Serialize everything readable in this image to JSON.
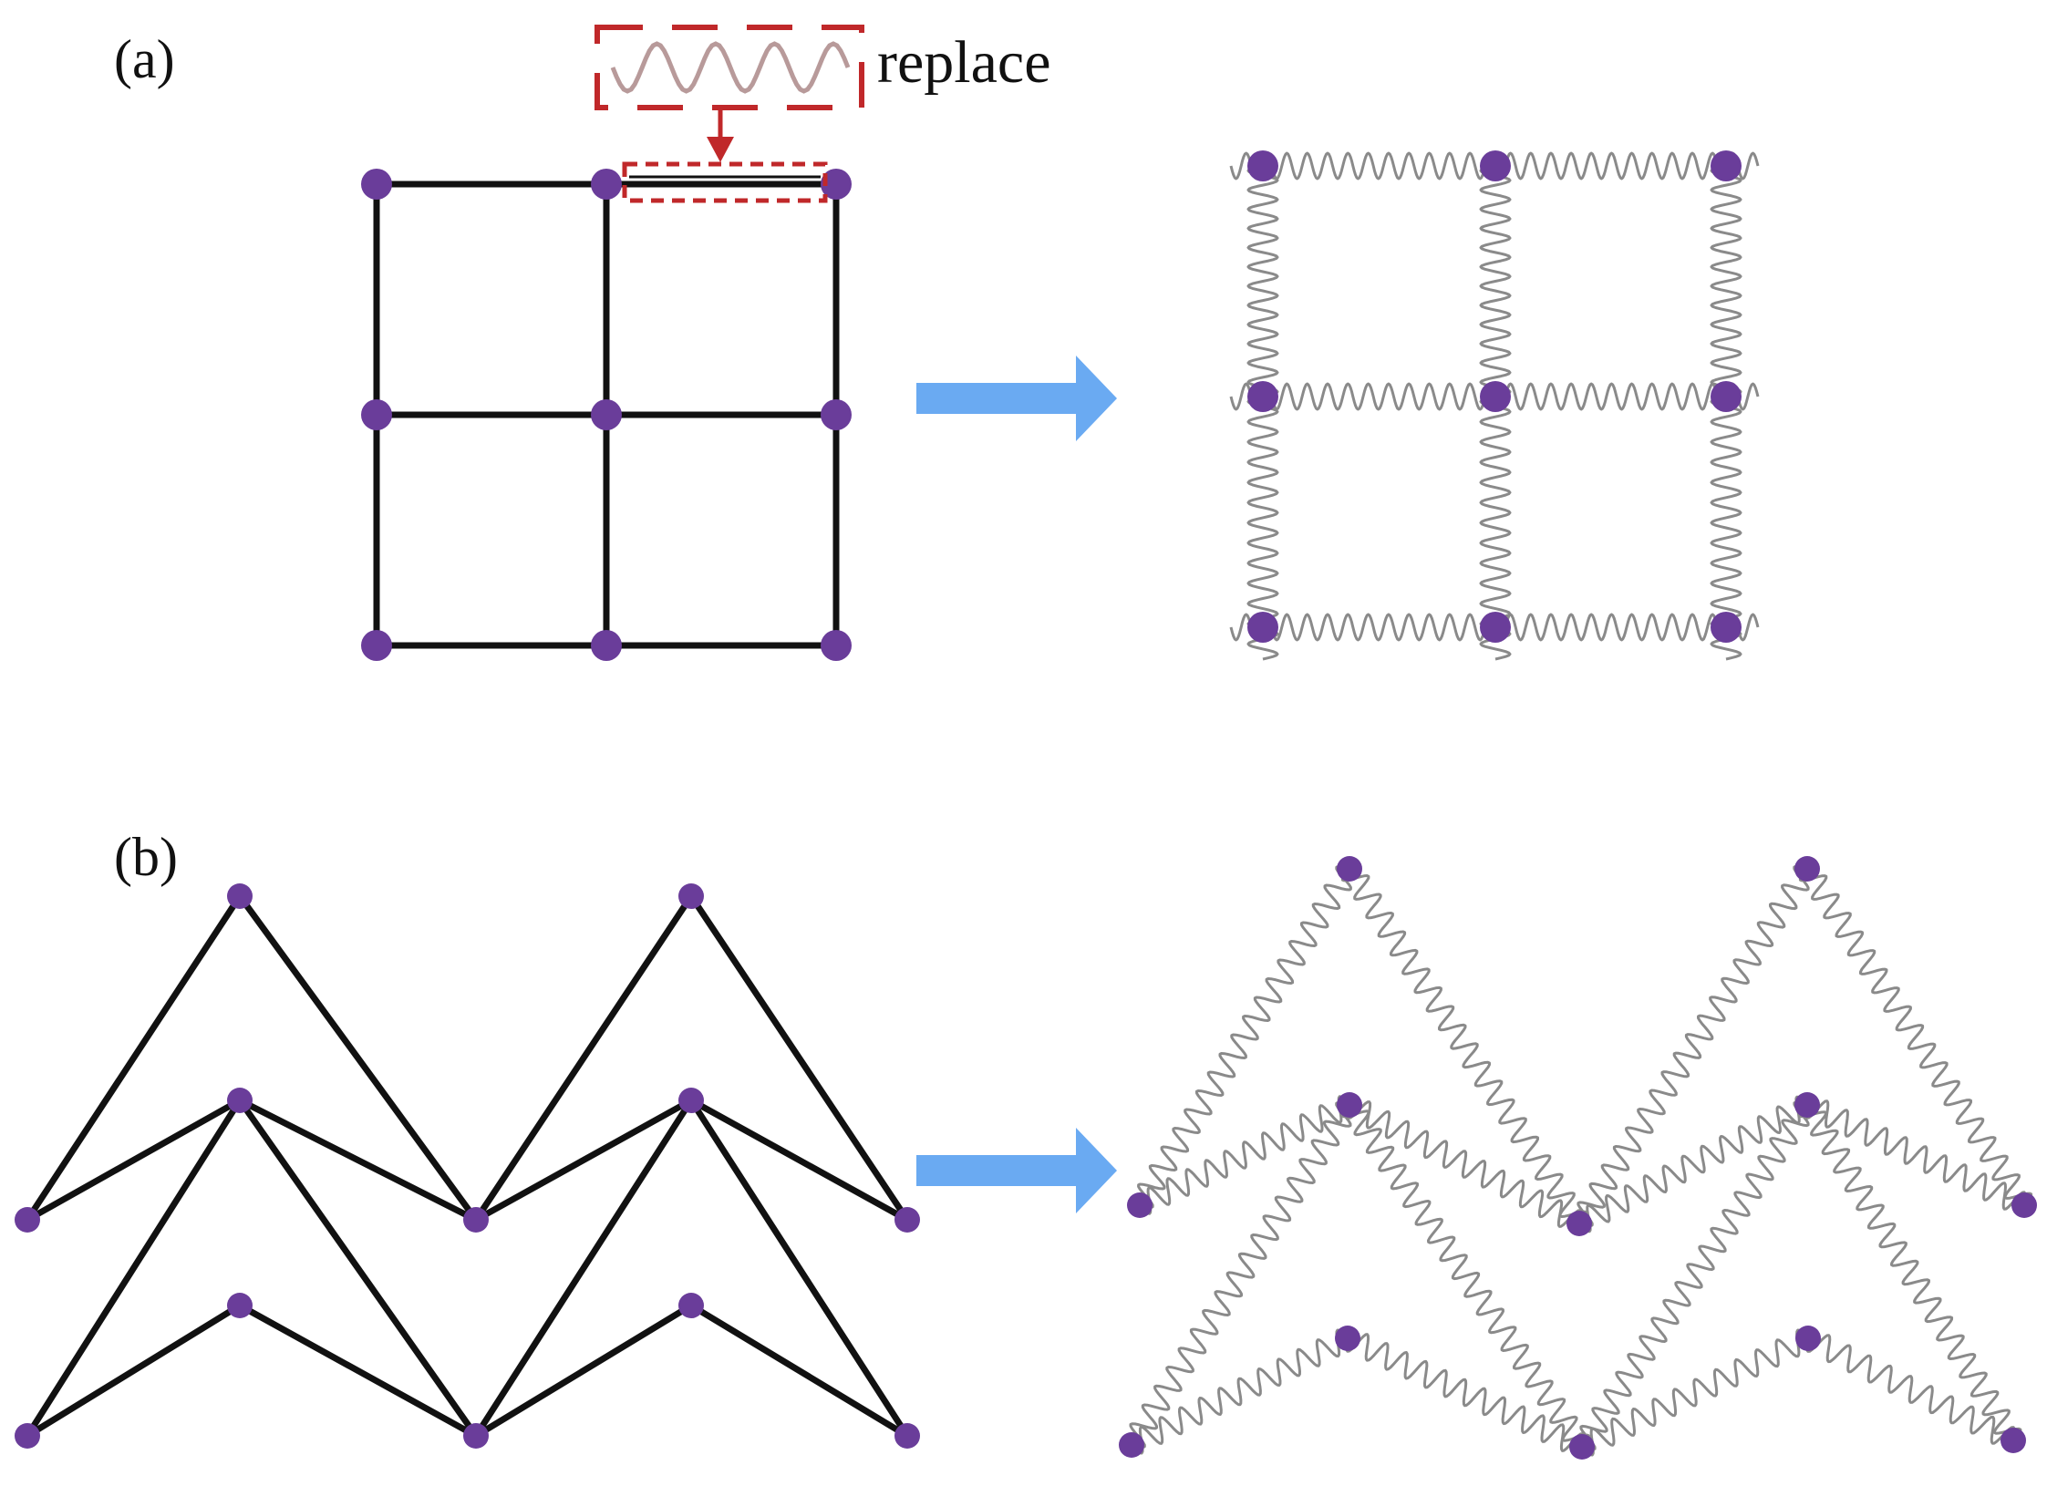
{
  "labels": {
    "panel_a": "(a)",
    "panel_b": "(b)",
    "replace": "replace"
  },
  "colors": {
    "node": "#6a3d9a",
    "strut": "#111111",
    "spring": "#8a8a8a",
    "highlight": "#c0282a",
    "arrow": "#6aaaf2"
  },
  "icons": {
    "transform_arrow": "right-arrow",
    "replace_arrow": "down-arrow"
  }
}
